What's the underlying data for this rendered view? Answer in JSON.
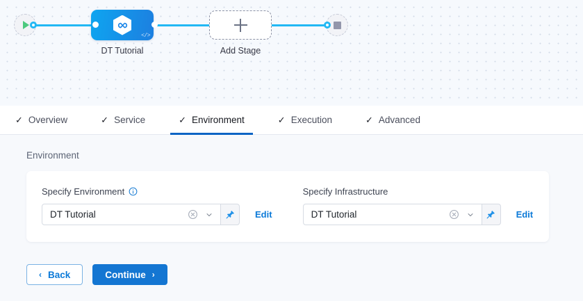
{
  "canvas": {
    "start_node": {
      "name": "start-node",
      "icon": "play-icon"
    },
    "end_node": {
      "name": "end-node",
      "icon": "stop-icon"
    },
    "stage": {
      "label": "DT Tutorial",
      "icon": "harness-hexagon-icon",
      "code_badge": "</>"
    },
    "add_stage": {
      "label": "Add Stage",
      "icon": "plus-icon"
    },
    "edge_color": "#22b8f4"
  },
  "tabs": [
    {
      "label": "Overview",
      "check": "✓",
      "active": false
    },
    {
      "label": "Service",
      "check": "✓",
      "active": false
    },
    {
      "label": "Environment",
      "check": "✓",
      "active": true
    },
    {
      "label": "Execution",
      "check": "✓",
      "active": false
    },
    {
      "label": "Advanced",
      "check": "✓",
      "active": false
    }
  ],
  "panel": {
    "section_title": "Environment",
    "fields": [
      {
        "label": "Specify Environment",
        "has_info_icon": true,
        "value": "DT Tutorial",
        "edit_label": "Edit"
      },
      {
        "label": "Specify Infrastructure",
        "has_info_icon": false,
        "value": "DT Tutorial",
        "edit_label": "Edit"
      }
    ]
  },
  "footer": {
    "back_label": "Back",
    "back_chevron": "‹",
    "continue_label": "Continue",
    "continue_chevron": "›"
  },
  "colors": {
    "accent_blue": "#1476d2",
    "link_blue": "#0c7ad8",
    "edge_blue": "#22b8f4",
    "panel_bg": "#f7f9fc",
    "canvas_bg": "#f6f9fd"
  }
}
